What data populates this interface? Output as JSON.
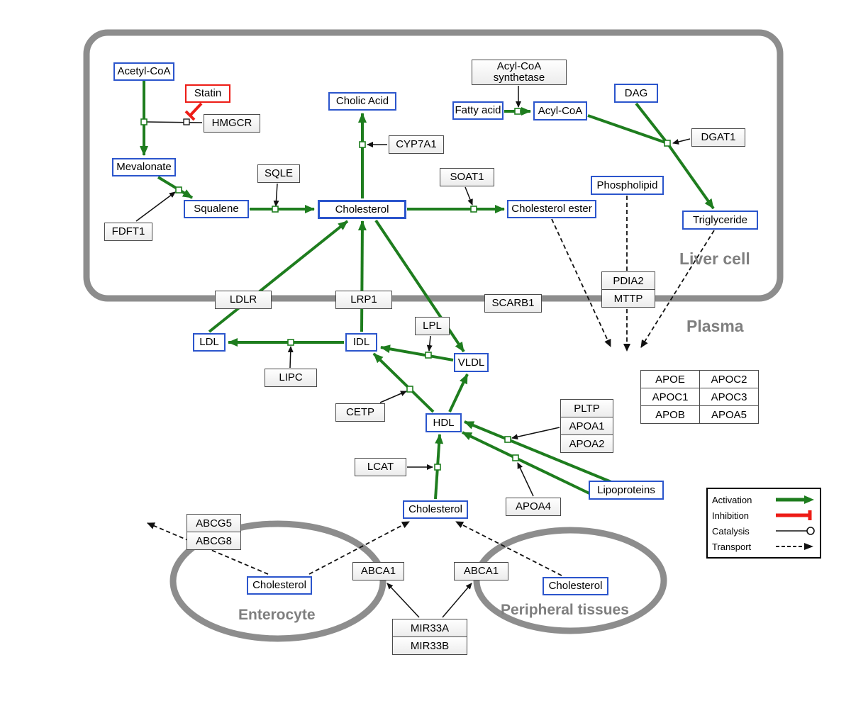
{
  "compartments": {
    "liver": "Liver cell",
    "plasma": "Plasma",
    "enterocyte": "Enterocyte",
    "peripheral": "Peripheral tissues"
  },
  "nodes": {
    "acetyl_coa": "Acetyl-CoA",
    "statin": "Statin",
    "hmgcr": "HMGCR",
    "mevalonate": "Mevalonate",
    "fdft1": "FDFT1",
    "squalene": "Squalene",
    "sqle": "SQLE",
    "cholesterol": "Cholesterol",
    "cholic_acid": "Cholic Acid",
    "cyp7a1": "CYP7A1",
    "soat1": "SOAT1",
    "cholesterol_ester": "Cholesterol ester",
    "acyl_coa_synthetase": "Acyl-CoA synthetase",
    "fatty_acid": "Fatty acid",
    "acyl_coa": "Acyl-CoA",
    "dag": "DAG",
    "dgat1": "DGAT1",
    "phospholipid": "Phospholipid",
    "triglyceride": "Triglyceride",
    "ldlr": "LDLR",
    "lrp1": "LRP1",
    "scarb1": "SCARB1",
    "pdia2": "PDIA2",
    "mttp": "MTTP",
    "ldl": "LDL",
    "idl": "IDL",
    "lipc": "LIPC",
    "lpl": "LPL",
    "vldl": "VLDL",
    "cetp": "CETP",
    "hdl": "HDL",
    "lcat": "LCAT",
    "pltp": "PLTP",
    "apoa1": "APOA1",
    "apoa2": "APOA2",
    "apoa4": "APOA4",
    "lipoproteins": "Lipoproteins",
    "apoe": "APOE",
    "apoc2": "APOC2",
    "apoc1": "APOC1",
    "apoc3": "APOC3",
    "apob": "APOB",
    "apoa5": "APOA5",
    "abcg5": "ABCG5",
    "abcg8": "ABCG8",
    "abca1": "ABCA1",
    "mir33a": "MIR33A",
    "mir33b": "MIR33B"
  },
  "legend": {
    "activation": "Activation",
    "inhibition": "Inhibition",
    "catalysis": "Catalysis",
    "transport": "Transport"
  },
  "colors": {
    "activation_green": "#1e7d1e",
    "inhibition_red": "#ed1c16",
    "metabolite_border_blue": "#2b55cc",
    "compartment_gray": "#8d8d8d"
  }
}
